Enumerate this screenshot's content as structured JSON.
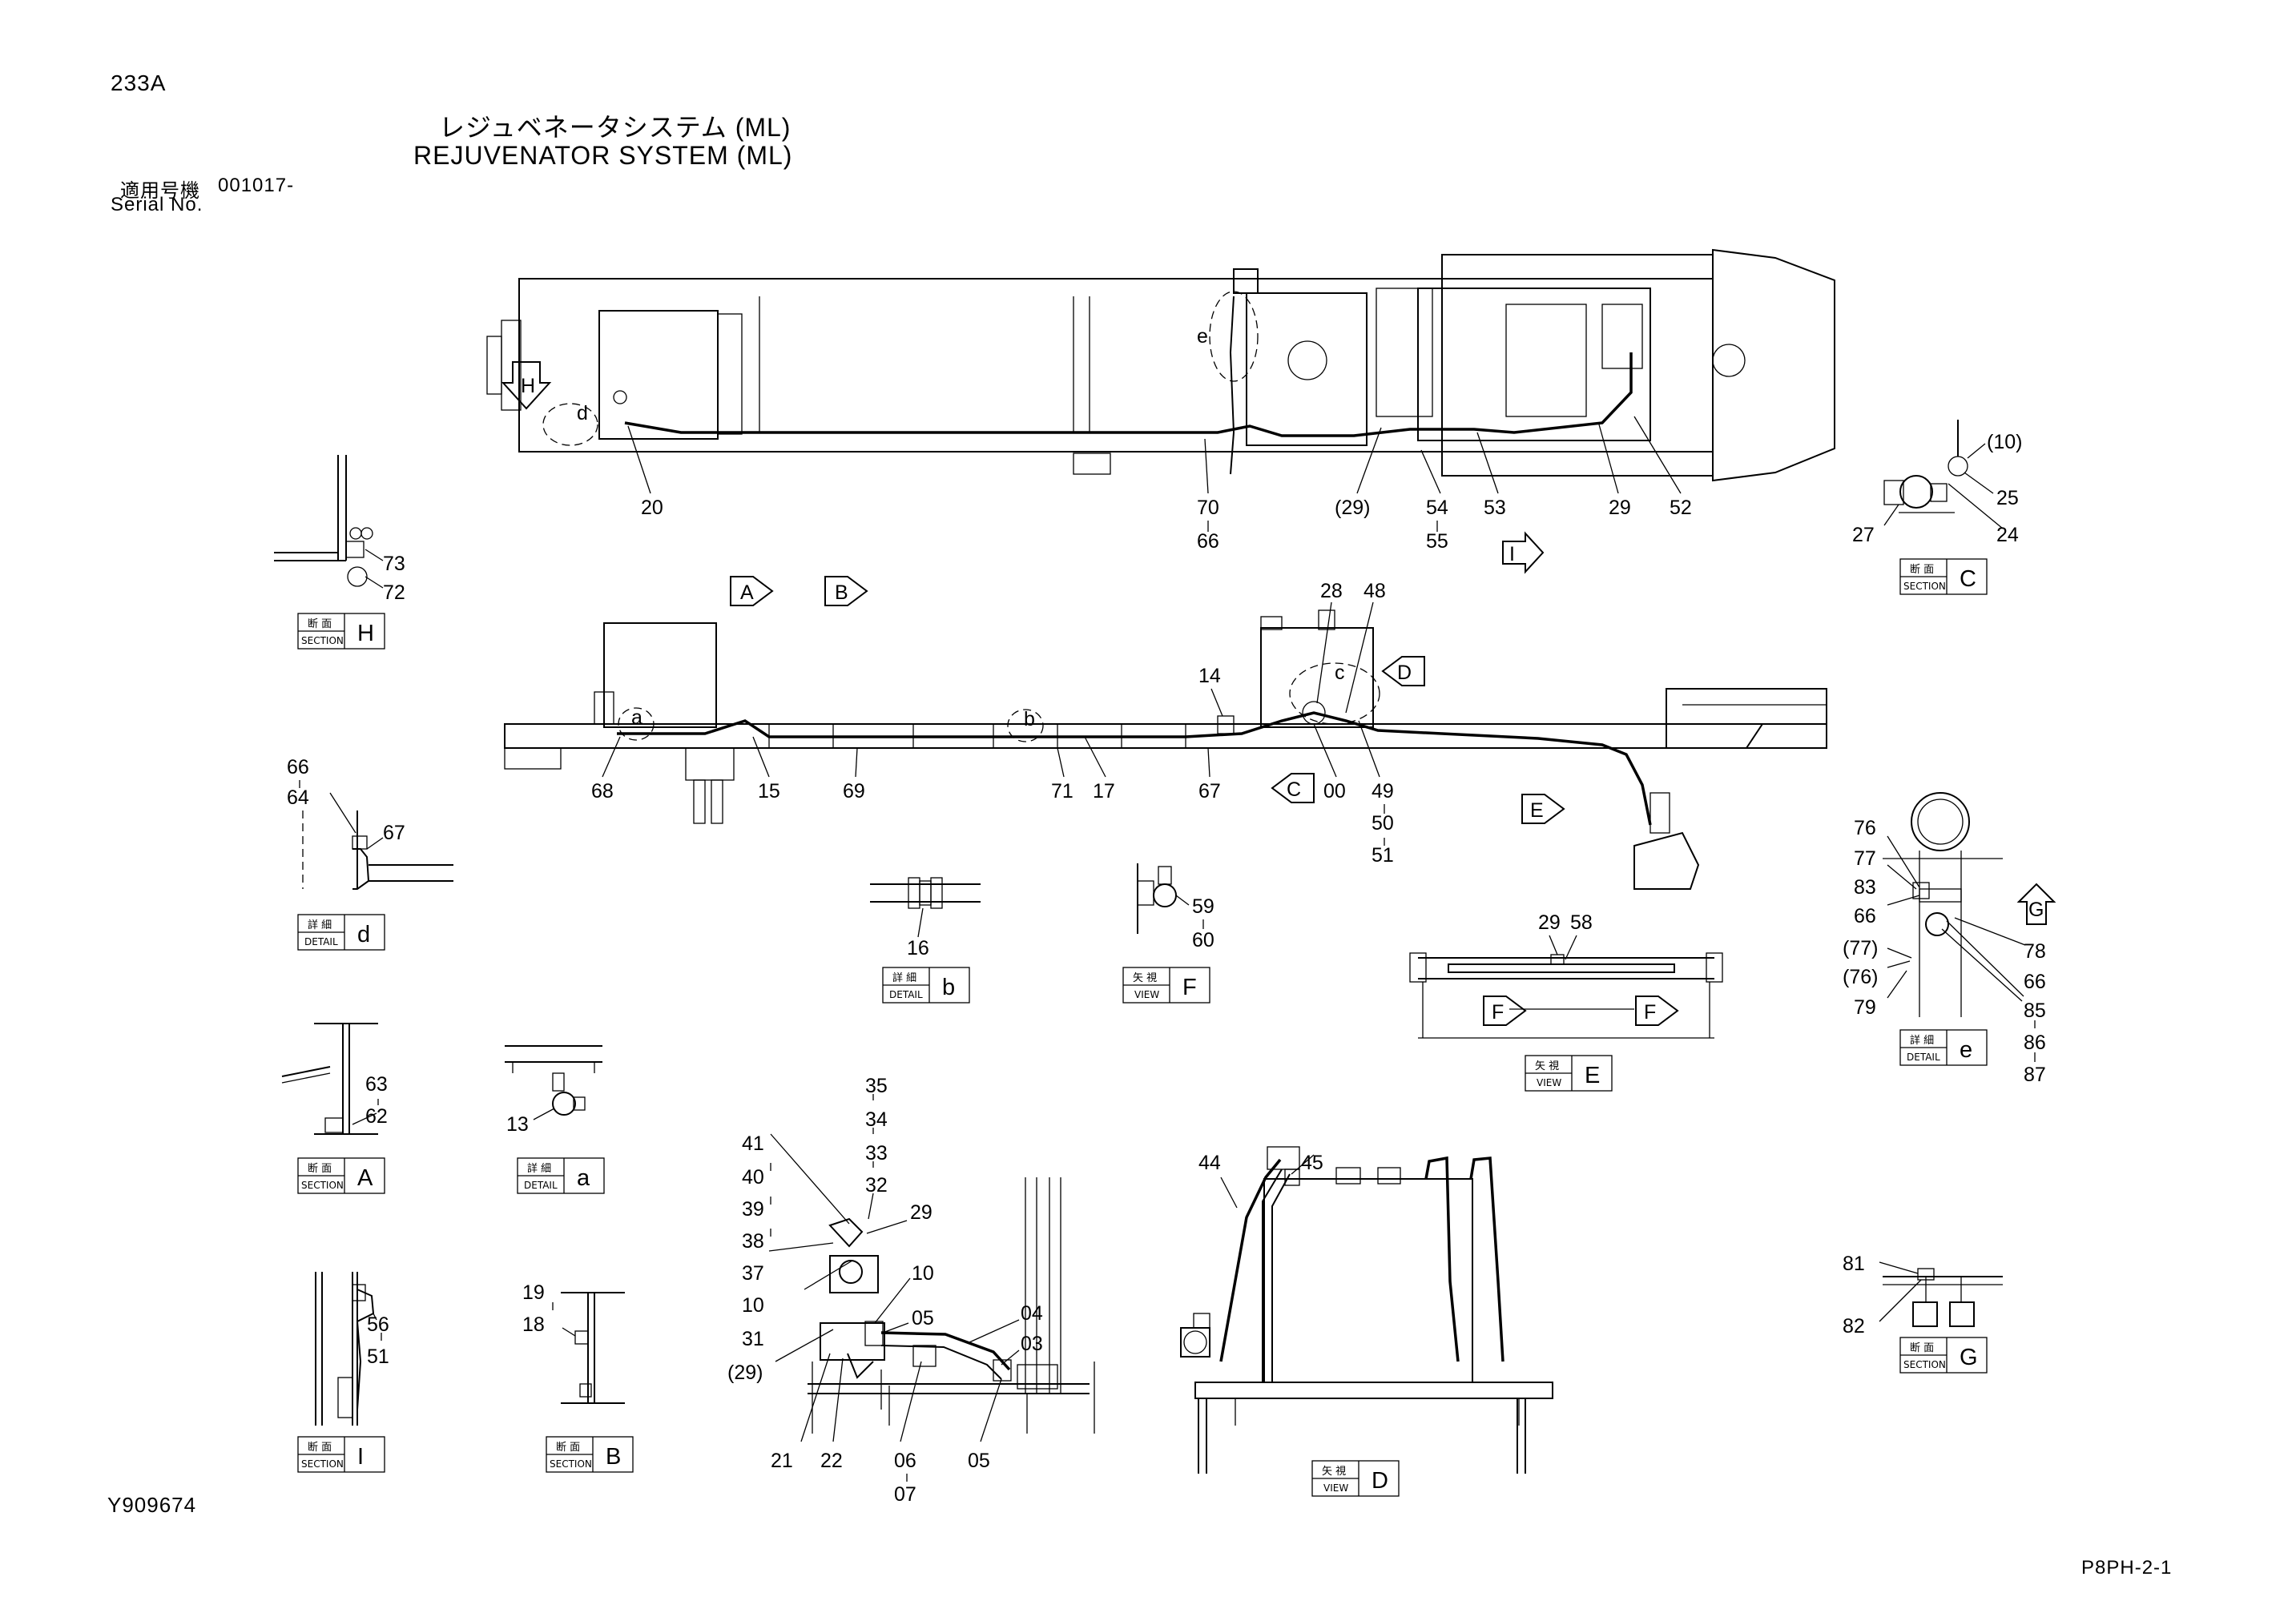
{
  "header": {
    "page_code": "233A",
    "title_jp": "レジュベネータシステム (ML)",
    "title_en": "REJUVENATOR SYSTEM (ML)",
    "serial_label_jp": "適用号機",
    "serial_value": "001017-",
    "serial_label_en": "Serial No."
  },
  "footer": {
    "drawing_no": "Y909674",
    "sheet_no": "P8PH-2-1"
  },
  "labels": {
    "top": [
      "20",
      "70",
      "66",
      "(29)",
      "54",
      "55",
      "53",
      "29",
      "52",
      "d",
      "e",
      "H",
      "I"
    ],
    "side": [
      "68",
      "15",
      "69",
      "71",
      "17",
      "67",
      "14",
      "28",
      "48",
      "00",
      "49",
      "50",
      "51",
      "a",
      "b",
      "c",
      "A",
      "B",
      "C",
      "D",
      "E"
    ],
    "secC": [
      "(10)",
      "25",
      "24",
      "27"
    ],
    "secH": [
      "73",
      "72"
    ],
    "detD": [
      "66",
      "64",
      "67"
    ],
    "detB": [
      "16"
    ],
    "viewF": [
      "59",
      "60"
    ],
    "viewE": [
      "29",
      "58",
      "F",
      "F"
    ],
    "detE": [
      "76",
      "77",
      "83",
      "66",
      "(77)",
      "(76)",
      "79",
      "78",
      "66",
      "85",
      "86",
      "87",
      "G"
    ],
    "secA": [
      "63",
      "62"
    ],
    "detA": [
      "13"
    ],
    "pump": [
      "35",
      "34",
      "33",
      "32",
      "41",
      "40",
      "39",
      "38",
      "37",
      "29",
      "10",
      "10",
      "31",
      "05",
      "04",
      "03",
      "(29)",
      "21",
      "22",
      "06",
      "07",
      "05"
    ],
    "viewD": [
      "44",
      "45"
    ],
    "secG": [
      "81",
      "82"
    ],
    "secI": [
      "56",
      "51"
    ],
    "secB": [
      "19",
      "18"
    ]
  },
  "boxes": {
    "sectionC": {
      "jp": "断 面",
      "en": "SECTION",
      "letter": "C"
    },
    "sectionH": {
      "jp": "断 面",
      "en": "SECTION",
      "letter": "H"
    },
    "detailD": {
      "jp": "詳 細",
      "en": "DETAIL",
      "letter": "d"
    },
    "detailB": {
      "jp": "詳 細",
      "en": "DETAIL",
      "letter": "b"
    },
    "viewF": {
      "jp": "矢 視",
      "en": "VIEW",
      "letter": "F"
    },
    "viewE": {
      "jp": "矢 視",
      "en": "VIEW",
      "letter": "E"
    },
    "detailE": {
      "jp": "詳 細",
      "en": "DETAIL",
      "letter": "e"
    },
    "sectionA": {
      "jp": "断 面",
      "en": "SECTION",
      "letter": "A"
    },
    "detailA": {
      "jp": "詳 細",
      "en": "DETAIL",
      "letter": "a"
    },
    "viewD": {
      "jp": "矢 視",
      "en": "VIEW",
      "letter": "D"
    },
    "sectionG": {
      "jp": "断 面",
      "en": "SECTION",
      "letter": "G"
    },
    "sectionI": {
      "jp": "断 面",
      "en": "SECTION",
      "letter": "I"
    },
    "sectionB": {
      "jp": "断 面",
      "en": "SECTION",
      "letter": "B"
    }
  }
}
